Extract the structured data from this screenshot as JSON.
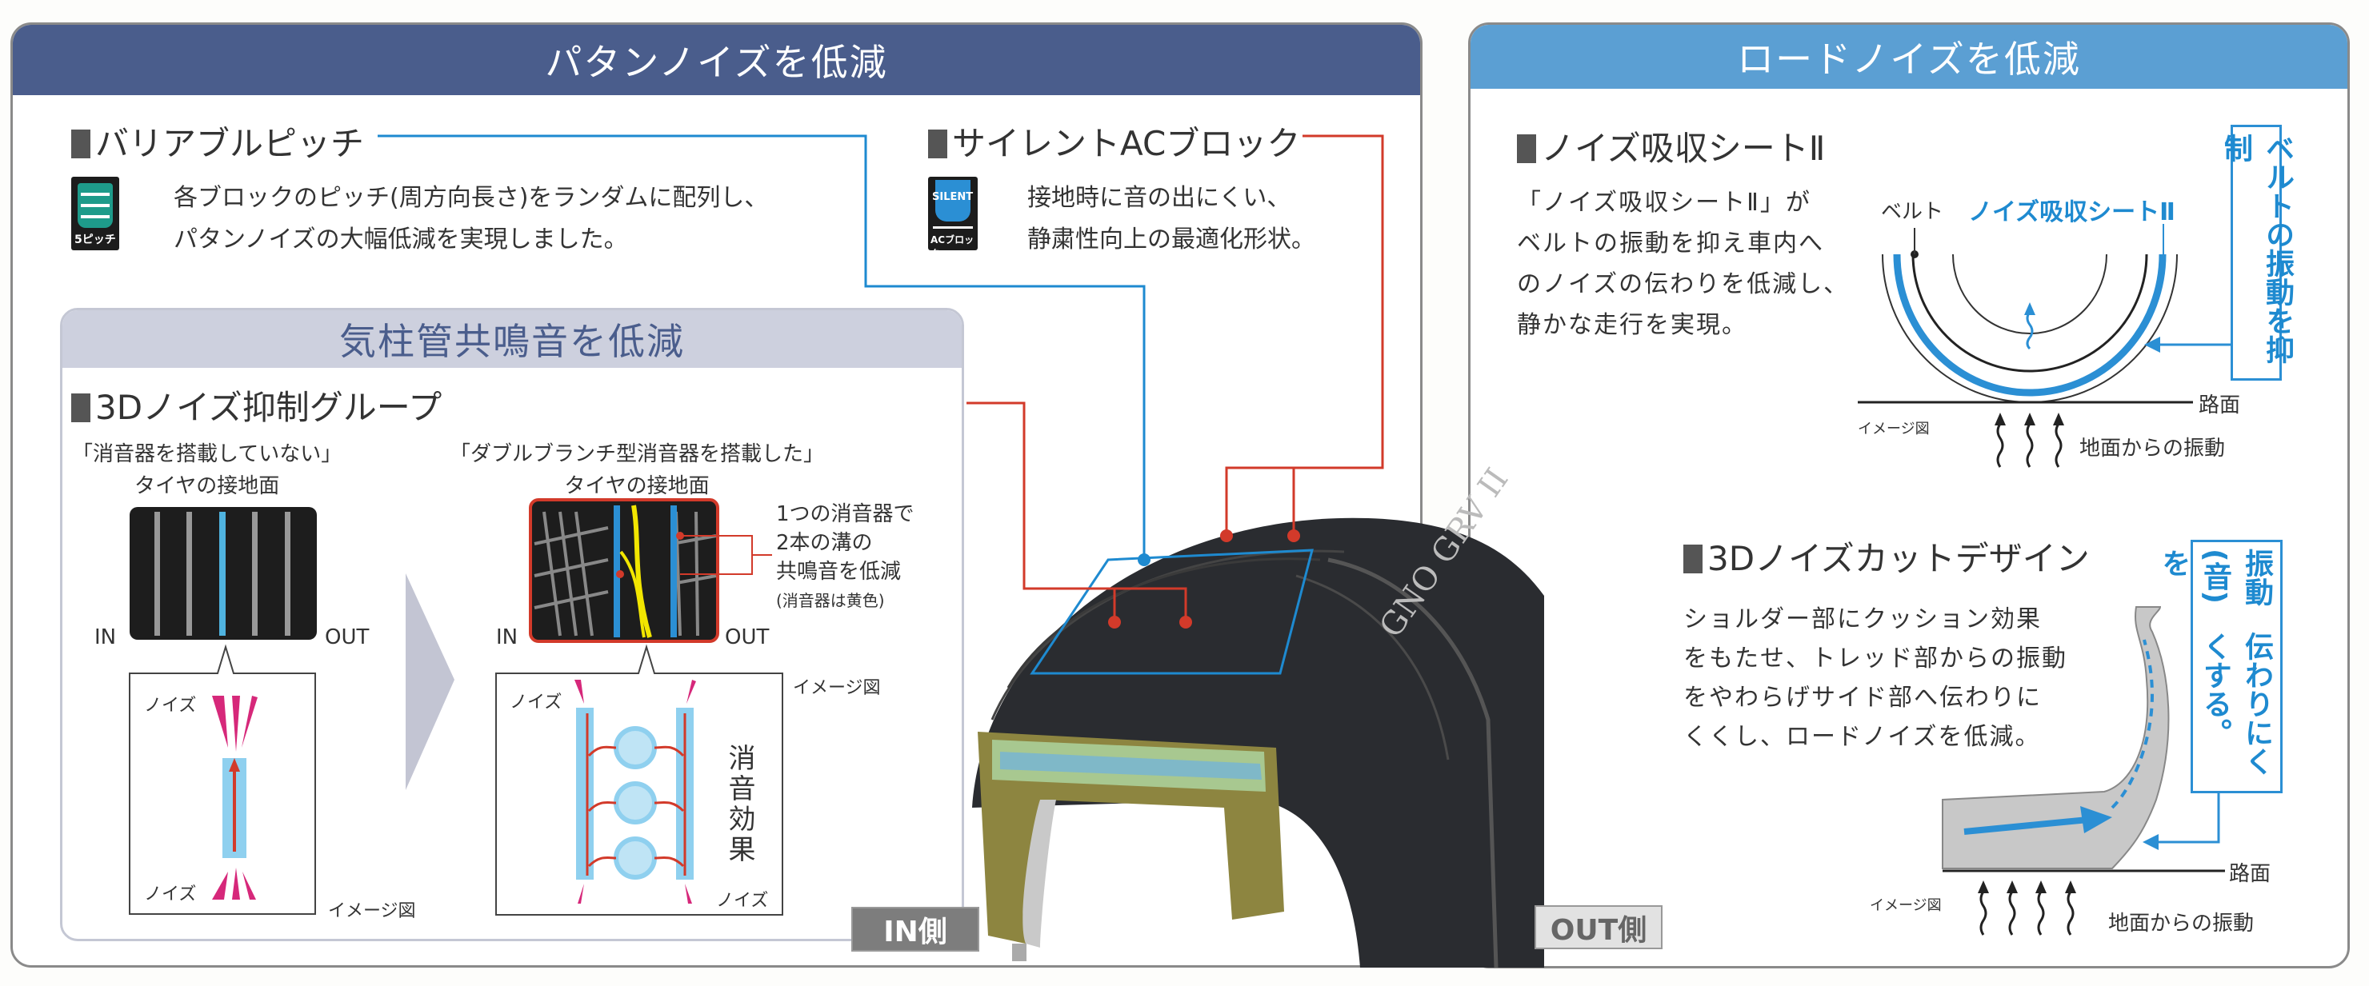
{
  "pattern_noise": {
    "title": "パタンノイズを低減",
    "variable_pitch": {
      "heading": "バリアブルピッチ",
      "icon_label": "5ピッチ",
      "lines": [
        "各ブロックのピッチ(周方向長さ)をランダムに配列し、",
        "パタンノイズの大幅低減を実現しました。"
      ]
    },
    "silent_ac_block": {
      "heading": "サイレントACブロック",
      "icon_top": "SILENT",
      "icon_bottom": "ACブロック",
      "lines": [
        "接地時に音の出にくい、",
        "静粛性向上の最適化形状。"
      ]
    },
    "resonance": {
      "title": "気柱管共鳴音を低減",
      "heading": "3Dノイズ抑制グループ",
      "left_caption": [
        "「消音器を搭載していない」",
        "タイヤの接地面"
      ],
      "right_caption": [
        "「ダブルブランチ型消音器を搭載した」",
        "タイヤの接地面"
      ],
      "in_label": "IN",
      "out_label": "OUT",
      "note_lines": [
        "1つの消音器で",
        "2本の溝の",
        "共鳴音を低減"
      ],
      "note_small": "(消音器は黄色)",
      "noise_label": "ノイズ",
      "image_label": "イメージ図",
      "effect_label": "消音効果"
    },
    "in_side": "IN側"
  },
  "tire_sidewall_text": "GNO GRV II",
  "road_noise": {
    "title": "ロードノイズを低減",
    "sheet": {
      "heading": "ノイズ吸収シートⅡ",
      "lines": [
        "「ノイズ吸収シートⅡ」が",
        "ベルトの振動を抑え車内へ",
        "のノイズの伝わりを低減し、",
        "静かな走行を実現。"
      ],
      "belt_label": "ベルト",
      "sheet_label": "ノイズ吸収シートⅡ",
      "callout": "ベルトの振動を抑制",
      "road_label": "路面",
      "image_label": "イメージ図",
      "vibration_label": "地面からの振動"
    },
    "cut_design": {
      "heading": "3Dノイズカットデザイン",
      "lines": [
        "ショルダー部にクッション効果",
        "をもたせ、トレッド部からの振動",
        "をやわらげサイド部へ伝わりに",
        "くくし、ロードノイズを低減。"
      ],
      "callout": [
        "振動(音)を",
        "伝わりにくくする。"
      ],
      "road_label": "路面",
      "image_label": "イメージ図",
      "vibration_label": "地面からの振動"
    },
    "out_side": "OUT側"
  },
  "colors": {
    "pattern_header": "#4a5d8c",
    "road_header": "#5b9fd3",
    "resonance_header": "#cdd0de",
    "accent_blue": "#1e8ad0",
    "accent_red": "#d23a2a",
    "silencer_yellow": "#f2e600"
  }
}
